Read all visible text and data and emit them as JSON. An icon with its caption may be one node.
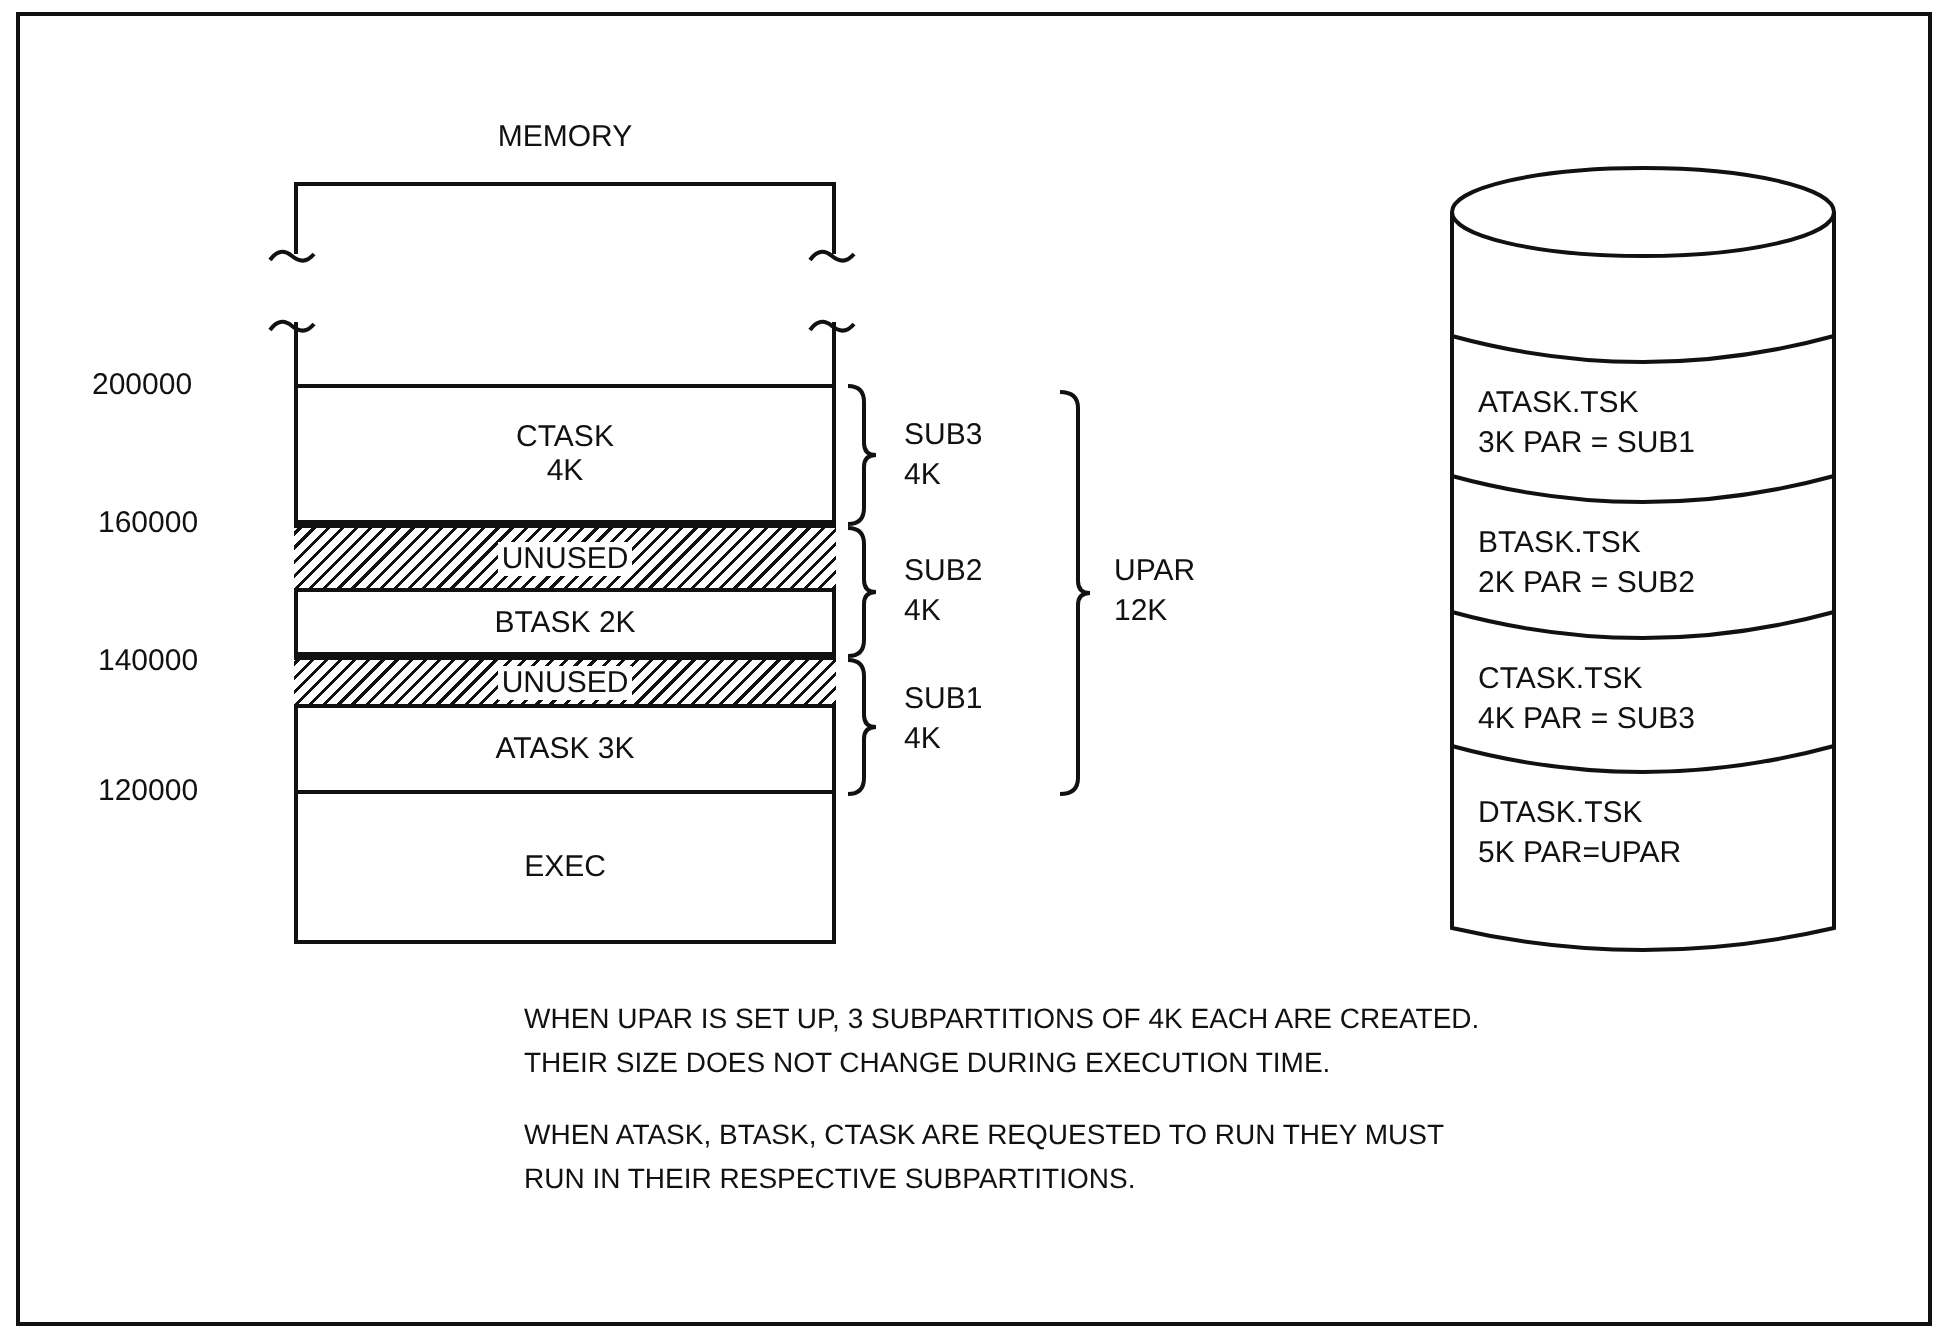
{
  "diagram": {
    "nodes": [
      {
        "text": [
          "MEMORY"
        ]
      },
      {
        "text": [
          "CTASK 4K"
        ],
        "in": 0
      },
      {
        "text": [
          "UNUSED"
        ],
        "in": 0
      },
      {
        "text": [
          "BTASK 2K"
        ],
        "in": 0
      },
      {
        "text": [
          "UNUSED"
        ],
        "in": 0
      },
      {
        "text": [
          "ATASK 3K"
        ],
        "in": 0
      },
      {
        "text": [
          "EXEC"
        ],
        "in": 0
      },
      {
        "text": [],
        "shape": "cylinder"
      },
      {
        "text": [
          "ATASK.TSK",
          "3K PAR = SUB1"
        ],
        "in": 7
      },
      {
        "text": [
          "BTASK.TSK",
          "2K PAR = SUB2"
        ],
        "in": 7
      },
      {
        "text": [
          "CTASK.TSK",
          "4K PAR = SUB3"
        ],
        "in": 7
      },
      {
        "text": [
          "DTASK.TSK",
          "5K PAR=UPAR"
        ],
        "in": 7
      }
    ],
    "labels": [
      "200000",
      "SUB3 4K",
      "160000",
      "SUB2 4K",
      "UPAR 12K",
      "140000",
      "SUB1 4K",
      "120000",
      "WHEN UPAR IS SET UP, 3 SUBPARTITIONS OF 4K EACH ARE CREATED. THEIR SIZE DOES NOT CHANGE DURING EXECUTION TIME.",
      "WHEN ATASK, BTASK, CTASK ARE REQUESTED TO RUN THEY MUST RUN IN THEIR RESPECTIVE SUBPARTITIONS."
    ]
  }
}
